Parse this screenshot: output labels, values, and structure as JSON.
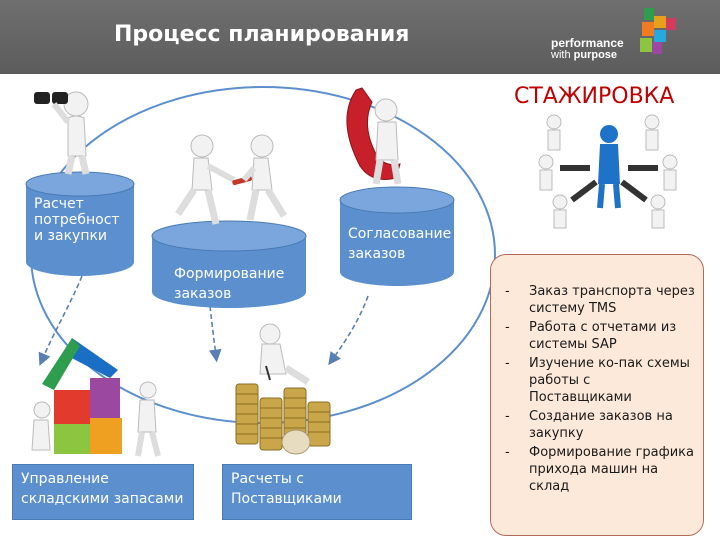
{
  "header": {
    "title": "Процесс планирования",
    "logo_line1": "performance",
    "logo_line2_a": "with ",
    "logo_line2_b": "purpose"
  },
  "internship": {
    "title": "СТАЖИРОВКА",
    "tasks": [
      {
        "dash": "-",
        "text": "Заказ транспорта через систему TMS"
      },
      {
        "dash": "-",
        "text": "Работа с отчетами из системы SAP"
      },
      {
        "dash": "-",
        "text": "Изучение ко-пак схемы работы с Поставщиками"
      },
      {
        "dash": "-",
        "text": "Создание заказов на закупку"
      },
      {
        "dash": "-",
        "text": "Формирование графика прихода машин на склад"
      }
    ]
  },
  "process": {
    "calc_needs": "Расчет потребност и закупки",
    "calc_needs_lines": [
      "Расчет",
      "потребност",
      "и закупки"
    ],
    "order_forming_lines": [
      "Формирование",
      "заказов"
    ],
    "order_approval_lines": [
      "Согласование",
      "заказов"
    ],
    "warehouse_lines": [
      "Управление",
      "складскими запасами"
    ],
    "supplier_lines": [
      "Расчеты с",
      "Поставщиками"
    ]
  },
  "colors": {
    "cylinder": "#5b8fce",
    "header": "#666666",
    "internship_title": "#c00000",
    "tasks_bg": "#fde9d9",
    "tasks_border": "#b46a5a",
    "arrow": "#5a7fb5"
  }
}
